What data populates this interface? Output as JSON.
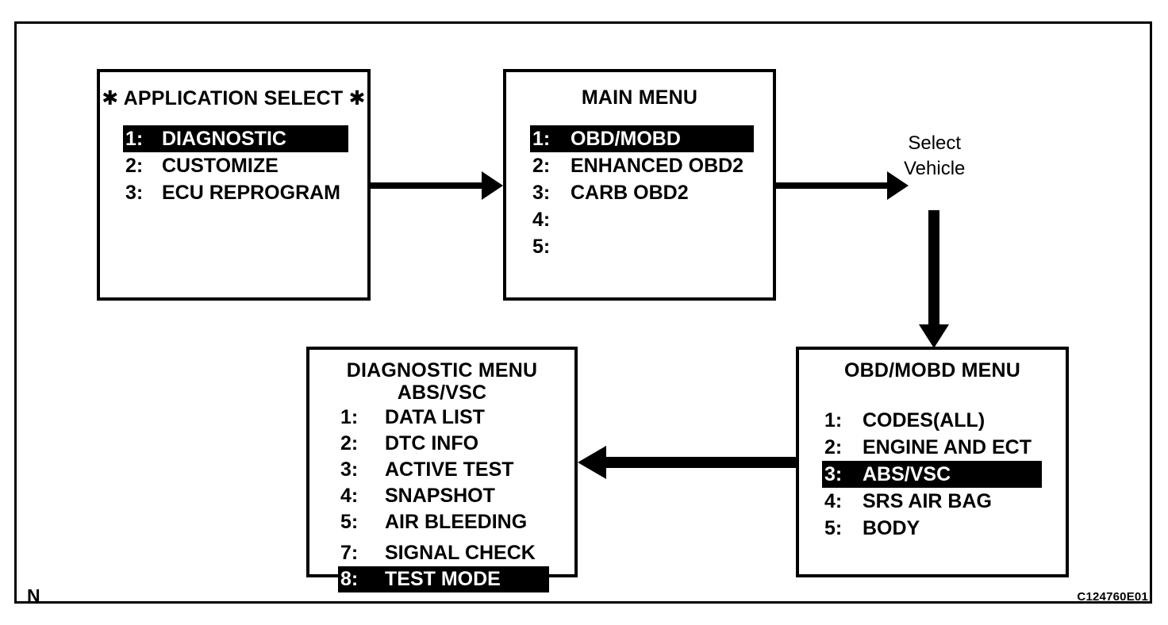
{
  "figure": {
    "id_code": "C124760E01",
    "north_marker": "N",
    "note_label": "Select\nVehicle"
  },
  "screens": {
    "application_select": {
      "title": "✱ APPLICATION SELECT ✱",
      "items": [
        {
          "num": "1:",
          "label": "DIAGNOSTIC",
          "highlighted": true
        },
        {
          "num": "2:",
          "label": "CUSTOMIZE",
          "highlighted": false
        },
        {
          "num": "3:",
          "label": "ECU REPROGRAM",
          "highlighted": false
        }
      ]
    },
    "main_menu": {
      "title": "MAIN MENU",
      "items": [
        {
          "num": "1:",
          "label": "OBD/MOBD",
          "highlighted": true
        },
        {
          "num": "2:",
          "label": "ENHANCED OBD2",
          "highlighted": false
        },
        {
          "num": "3:",
          "label": "CARB OBD2",
          "highlighted": false
        },
        {
          "num": "4:",
          "label": "",
          "highlighted": false
        },
        {
          "num": "5:",
          "label": "",
          "highlighted": false
        }
      ]
    },
    "obd_mobd_menu": {
      "title": "OBD/MOBD MENU",
      "items": [
        {
          "num": "1:",
          "label": "CODES(ALL)",
          "highlighted": false
        },
        {
          "num": "2:",
          "label": "ENGINE AND ECT",
          "highlighted": false
        },
        {
          "num": "3:",
          "label": "ABS/VSC",
          "highlighted": true
        },
        {
          "num": "4:",
          "label": "SRS AIR BAG",
          "highlighted": false
        },
        {
          "num": "5:",
          "label": "BODY",
          "highlighted": false
        }
      ]
    },
    "diagnostic_menu": {
      "title_line1": "DIAGNOSTIC MENU",
      "title_line2": "ABS/VSC",
      "items": [
        {
          "num": "1:",
          "label": "DATA LIST",
          "highlighted": false
        },
        {
          "num": "2:",
          "label": "DTC INFO",
          "highlighted": false
        },
        {
          "num": "3:",
          "label": "ACTIVE TEST",
          "highlighted": false
        },
        {
          "num": "4:",
          "label": "SNAPSHOT",
          "highlighted": false
        },
        {
          "num": "5:",
          "label": "AIR BLEEDING",
          "highlighted": false
        },
        {
          "num": "",
          "label": "",
          "highlighted": false,
          "spacer": true
        },
        {
          "num": "7:",
          "label": "SIGNAL CHECK",
          "highlighted": false
        },
        {
          "num": "8:",
          "label": "TEST MODE",
          "highlighted": true
        }
      ]
    }
  },
  "flow": {
    "arrows": [
      {
        "name": "arrow-application-to-main",
        "direction": "right"
      },
      {
        "name": "arrow-main-to-select-vehicle",
        "direction": "right"
      },
      {
        "name": "arrow-select-vehicle-to-obd",
        "direction": "down"
      },
      {
        "name": "arrow-obd-to-diagnostic",
        "direction": "left"
      }
    ]
  },
  "colors": {
    "ink": "#000000",
    "paper": "#ffffff",
    "highlight_bg": "#000000",
    "highlight_fg": "#ffffff"
  }
}
